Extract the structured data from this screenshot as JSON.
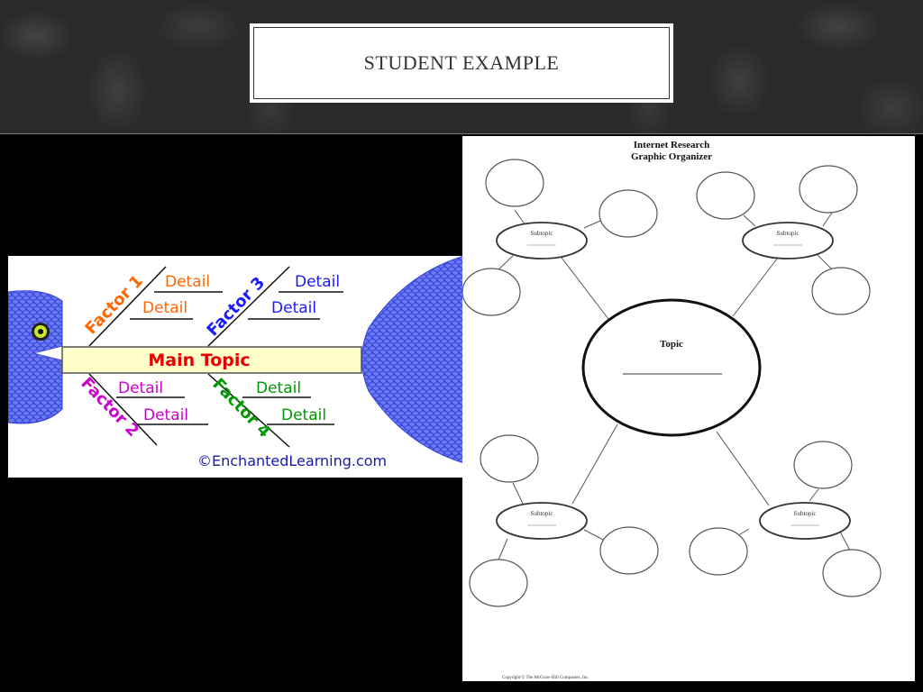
{
  "slide": {
    "title": "STUDENT EXAMPLE"
  },
  "fishbone": {
    "main_topic": "Main Topic",
    "factors": [
      {
        "label": "Factor 1",
        "color": "#ff6600",
        "details": [
          "Detail",
          "Detail"
        ]
      },
      {
        "label": "Factor 2",
        "color": "#cc00cc",
        "details": [
          "Detail",
          "Detail"
        ]
      },
      {
        "label": "Factor 3",
        "color": "#1a1aff",
        "details": [
          "Detail",
          "Detail"
        ]
      },
      {
        "label": "Factor 4",
        "color": "#009900",
        "details": [
          "Detail",
          "Detail"
        ]
      }
    ],
    "credit": "©EnchantedLearning.com",
    "fish_color": "#5a6cf0",
    "main_topic_color": "#e60000",
    "spine_fill": "#ffffcc"
  },
  "organizer": {
    "title_line1": "Internet Research",
    "title_line2": "Graphic Organizer",
    "topic_label": "Topic",
    "subtopics": [
      {
        "label": "Subtopic"
      },
      {
        "label": "Subtopic"
      },
      {
        "label": "Subtopic"
      },
      {
        "label": "Subtopic"
      }
    ],
    "copyright": "Copyright © The McGraw-Hill Companies, Inc."
  }
}
